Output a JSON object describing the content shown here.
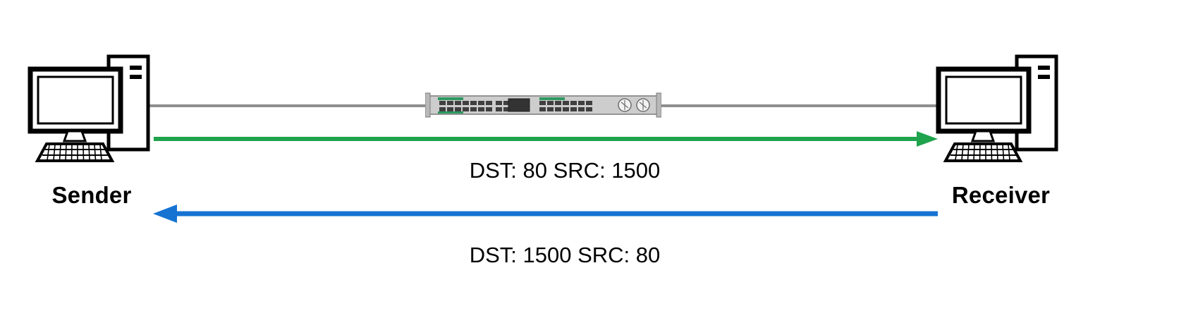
{
  "diagram": {
    "sender": {
      "label": "Sender"
    },
    "receiver": {
      "label": "Receiver"
    },
    "request": {
      "label": "DST: 80 SRC: 1500"
    },
    "response": {
      "label": "DST: 1500 SRC: 80"
    },
    "colors": {
      "request_arrow": "#1fa34d",
      "response_arrow": "#1673d2",
      "link": "#8f8f8f"
    }
  }
}
